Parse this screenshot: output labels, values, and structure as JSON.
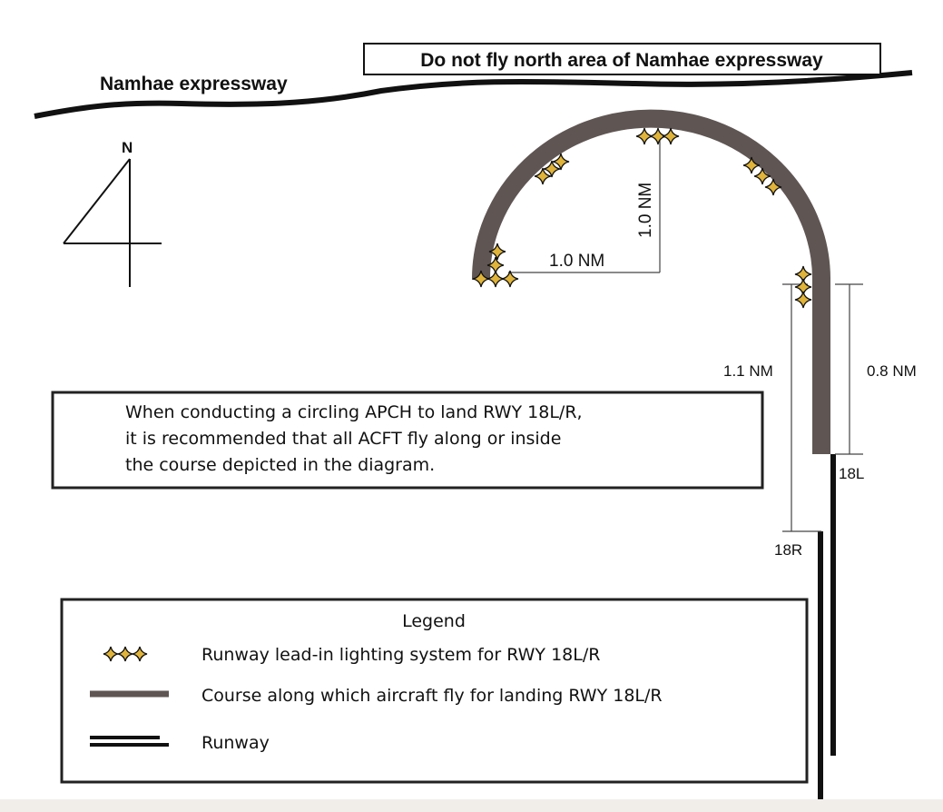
{
  "expressway_label": "Namhae expressway",
  "warning_box": "Do not fly north area of Namhae expressway",
  "north_label": "N",
  "dimensions": {
    "horizontal": "1.0 NM",
    "vertical": "1.0 NM",
    "rwy18r_offset": "1.1 NM",
    "rwy18l_offset": "0.8 NM"
  },
  "runways": {
    "left": "18L",
    "right": "18R"
  },
  "note_lines": [
    "When conducting a circling APCH to land RWY 18L/R,",
    "it is recommended that all ACFT fly along or inside",
    "the course depicted in the diagram."
  ],
  "legend": {
    "title": "Legend",
    "items": [
      {
        "icon": "lead-in-lights-icon",
        "label": "Runway lead-in lighting system for RWY 18L/R"
      },
      {
        "icon": "course-line-icon",
        "label": "Course along which aircraft fly for landing RWY 18L/R"
      },
      {
        "icon": "runway-icon",
        "label": "Runway"
      }
    ]
  },
  "colors": {
    "course": "#5f5553",
    "light_fill": "#e0b43a",
    "ink": "#111111"
  }
}
